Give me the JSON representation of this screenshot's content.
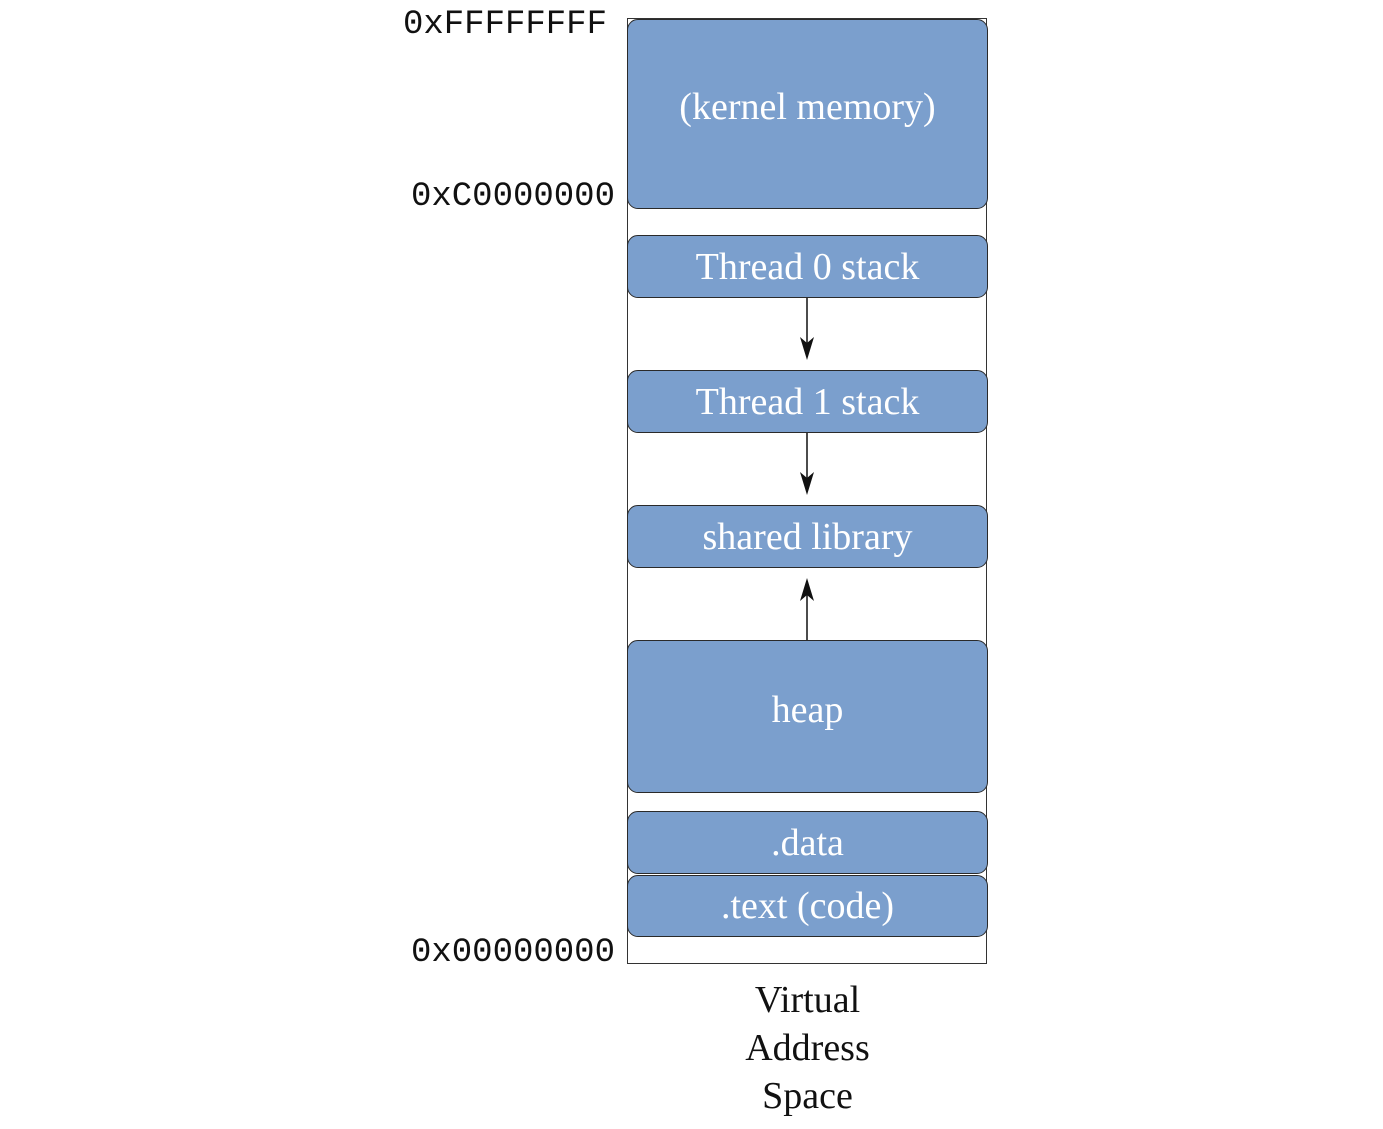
{
  "addresses": {
    "top": "0xFFFFFFFF",
    "kernel_start": "0xC0000000",
    "bottom": "0x00000000"
  },
  "segments": {
    "kernel": "(kernel memory)",
    "thread0_stack": "Thread 0 stack",
    "thread1_stack": "Thread 1 stack",
    "shared_library": "shared library",
    "heap": "heap",
    "data": ".data",
    "text": ".text (code)"
  },
  "caption": [
    "Virtual",
    "Address",
    "Space"
  ],
  "colors": {
    "segment_fill": "#7b9fcd",
    "segment_text": "#ffffff",
    "outline": "#333333"
  }
}
